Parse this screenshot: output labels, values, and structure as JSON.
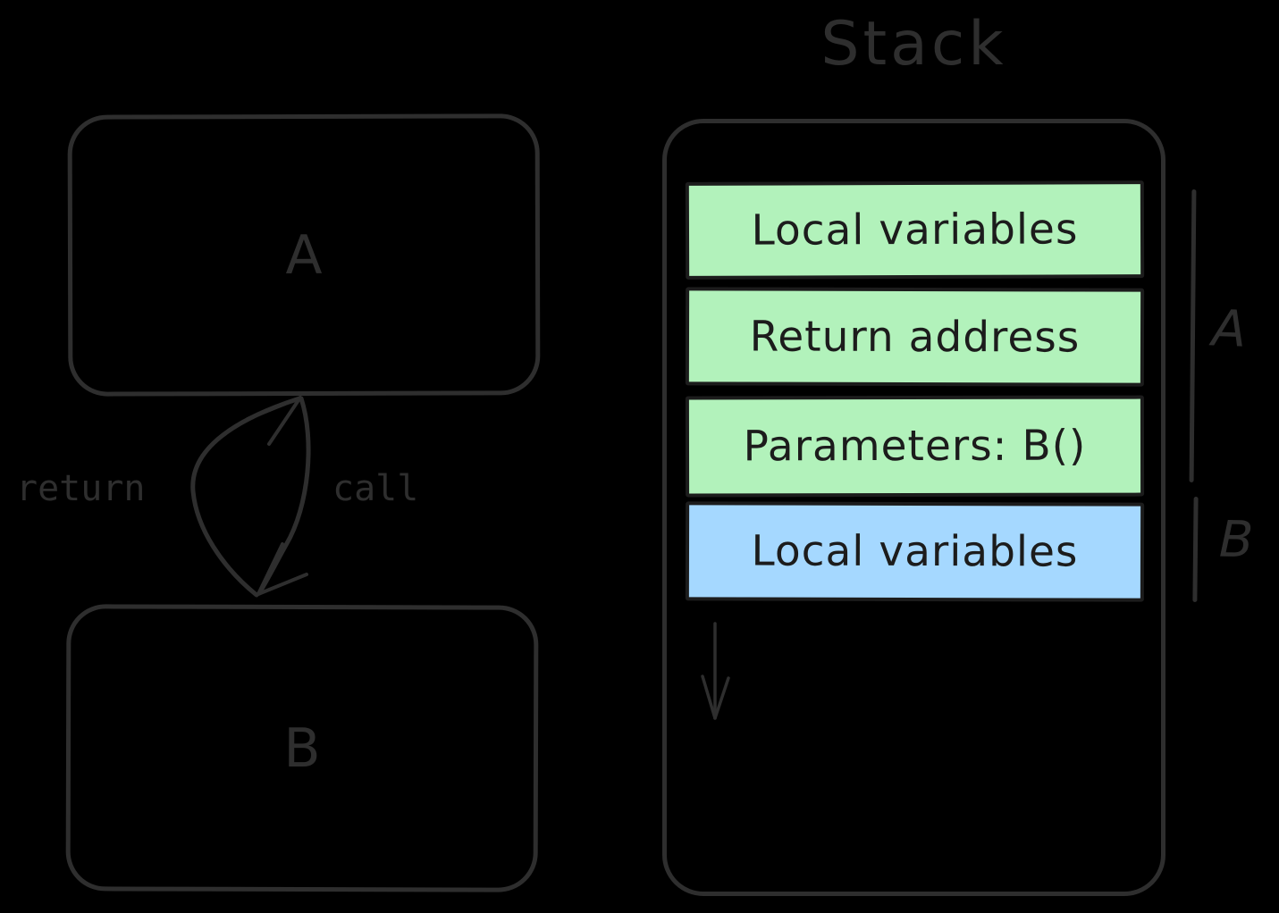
{
  "colors": {
    "background": "#000000",
    "outer_stroke": "#2e2e2e",
    "inner_stroke": "#1c1c1c",
    "frame_green": "#b2f2bb",
    "frame_blue": "#a5d8ff"
  },
  "call_graph": {
    "box_a_label": "A",
    "box_b_label": "B",
    "return_arrow_label": "return",
    "call_arrow_label": "call"
  },
  "stack": {
    "title": "Stack",
    "frames": [
      {
        "label": "Local variables",
        "fill": "#b2f2bb",
        "owner": "A"
      },
      {
        "label": "Return address",
        "fill": "#b2f2bb",
        "owner": "A"
      },
      {
        "label": "Parameters: B()",
        "fill": "#b2f2bb",
        "owner": "A"
      },
      {
        "label": "Local variables",
        "fill": "#a5d8ff",
        "owner": "B"
      }
    ],
    "brackets": [
      {
        "label": "A"
      },
      {
        "label": "B"
      }
    ]
  }
}
